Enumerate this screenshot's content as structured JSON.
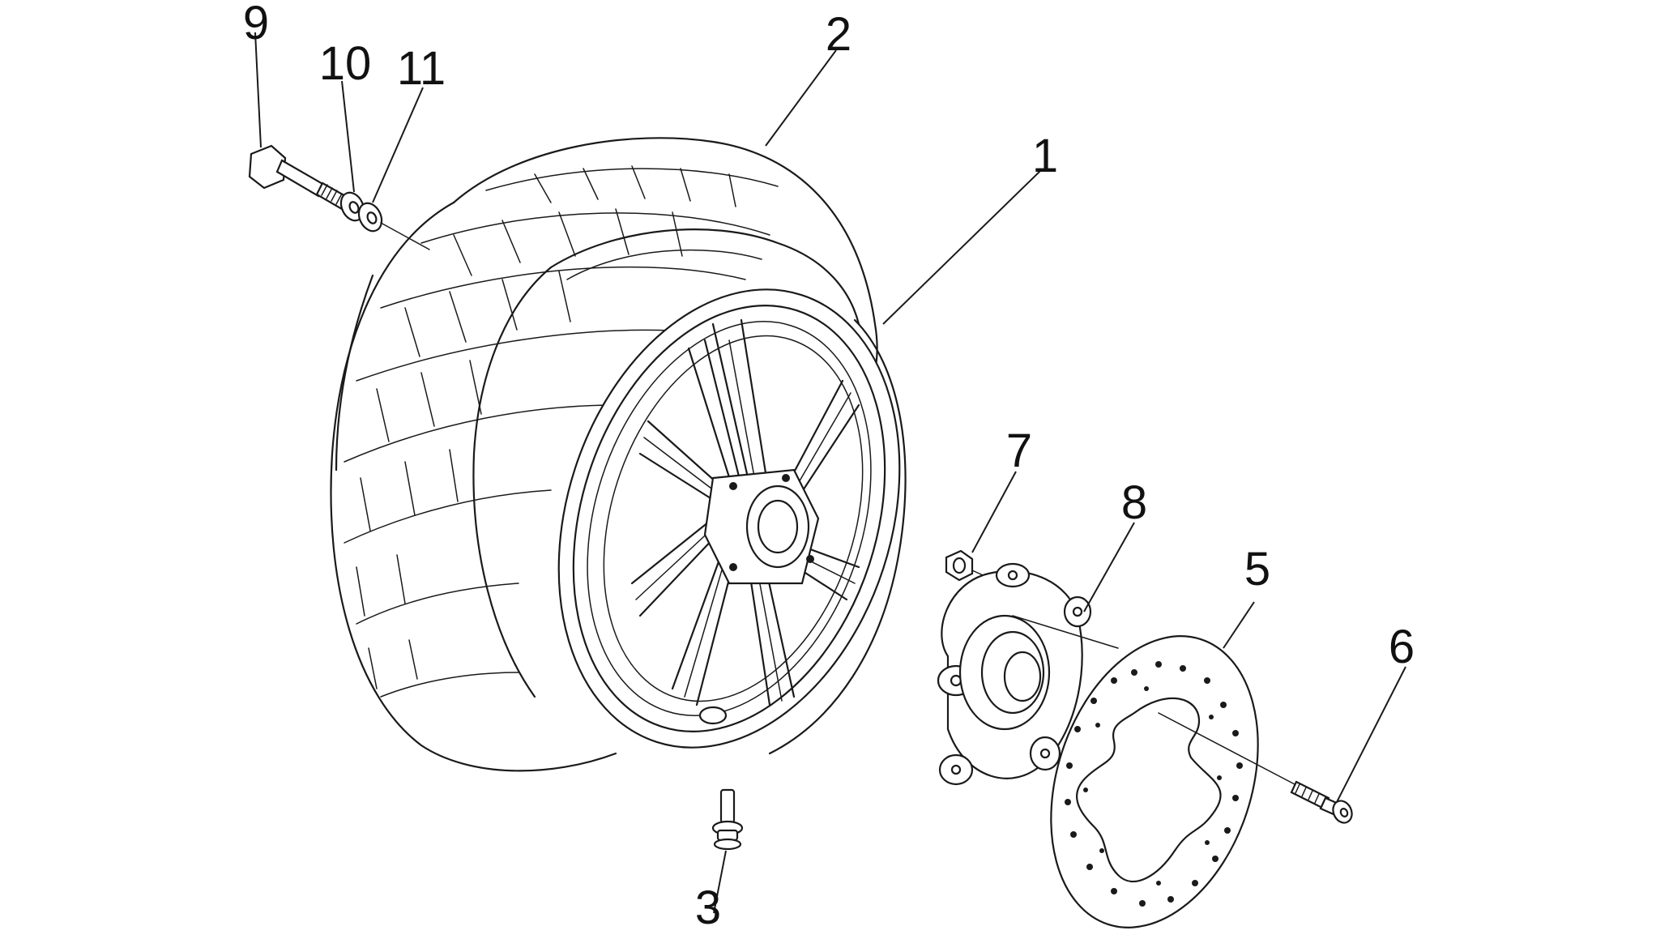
{
  "callouts": [
    {
      "id": "c1",
      "label": "1"
    },
    {
      "id": "c2",
      "label": "2"
    },
    {
      "id": "c3",
      "label": "3"
    },
    {
      "id": "c5",
      "label": "5"
    },
    {
      "id": "c6",
      "label": "6"
    },
    {
      "id": "c7",
      "label": "7"
    },
    {
      "id": "c8",
      "label": "8"
    },
    {
      "id": "c9",
      "label": "9"
    },
    {
      "id": "c10",
      "label": "10"
    },
    {
      "id": "c11",
      "label": "11"
    }
  ],
  "colors": {
    "line": "#1a1a1a",
    "background": "#ffffff"
  }
}
